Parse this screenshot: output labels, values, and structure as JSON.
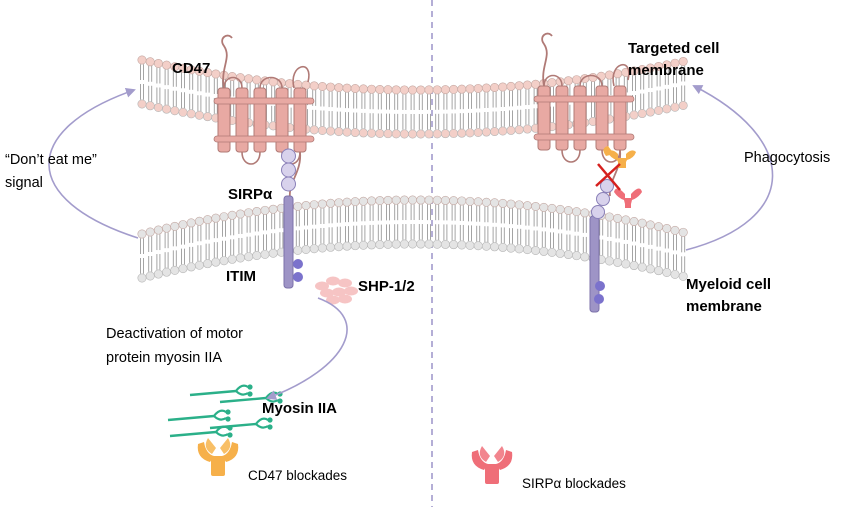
{
  "labels": {
    "cd47": "CD47",
    "targeted_membrane_line1": "Targeted cell",
    "targeted_membrane_line2": "membrane",
    "dont_eat_me_line1": "“Don’t eat me”",
    "dont_eat_me_line2": "signal",
    "sirpa": "SIRPα",
    "phagocytosis": "Phagocytosis",
    "itim": "ITIM",
    "shp": "SHP-1/2",
    "myeloid_line1": "Myeloid cell",
    "myeloid_line2": "membrane",
    "deactivation_line1": "Deactivation of motor",
    "deactivation_line2": "protein myosin IIA",
    "myosin": "Myosin IIA"
  },
  "legend": {
    "cd47_blockades": "CD47 blockades",
    "sirpa_blockades": "SIRPα blockades"
  },
  "colors": {
    "target_membrane_head": "#f3cfc8",
    "myeloid_membrane_head": "#e4e4e4",
    "tail": "#9a9a9a",
    "cd47_protein": "#e8a9a3",
    "cd47_outline": "#b07a76",
    "sirpa_bead": "#d8d2ec",
    "sirpa_stem": "#9e94c6",
    "itim_bead": "#7b72cc",
    "shp": "#f6c4c4",
    "myosin": "#2bb089",
    "arrow": "#a39ccc",
    "cd47_blockade": "#f6b04a",
    "sirpa_blockade": "#ef6e78",
    "cross": "#d6201e",
    "divider": "#9b94c8"
  }
}
